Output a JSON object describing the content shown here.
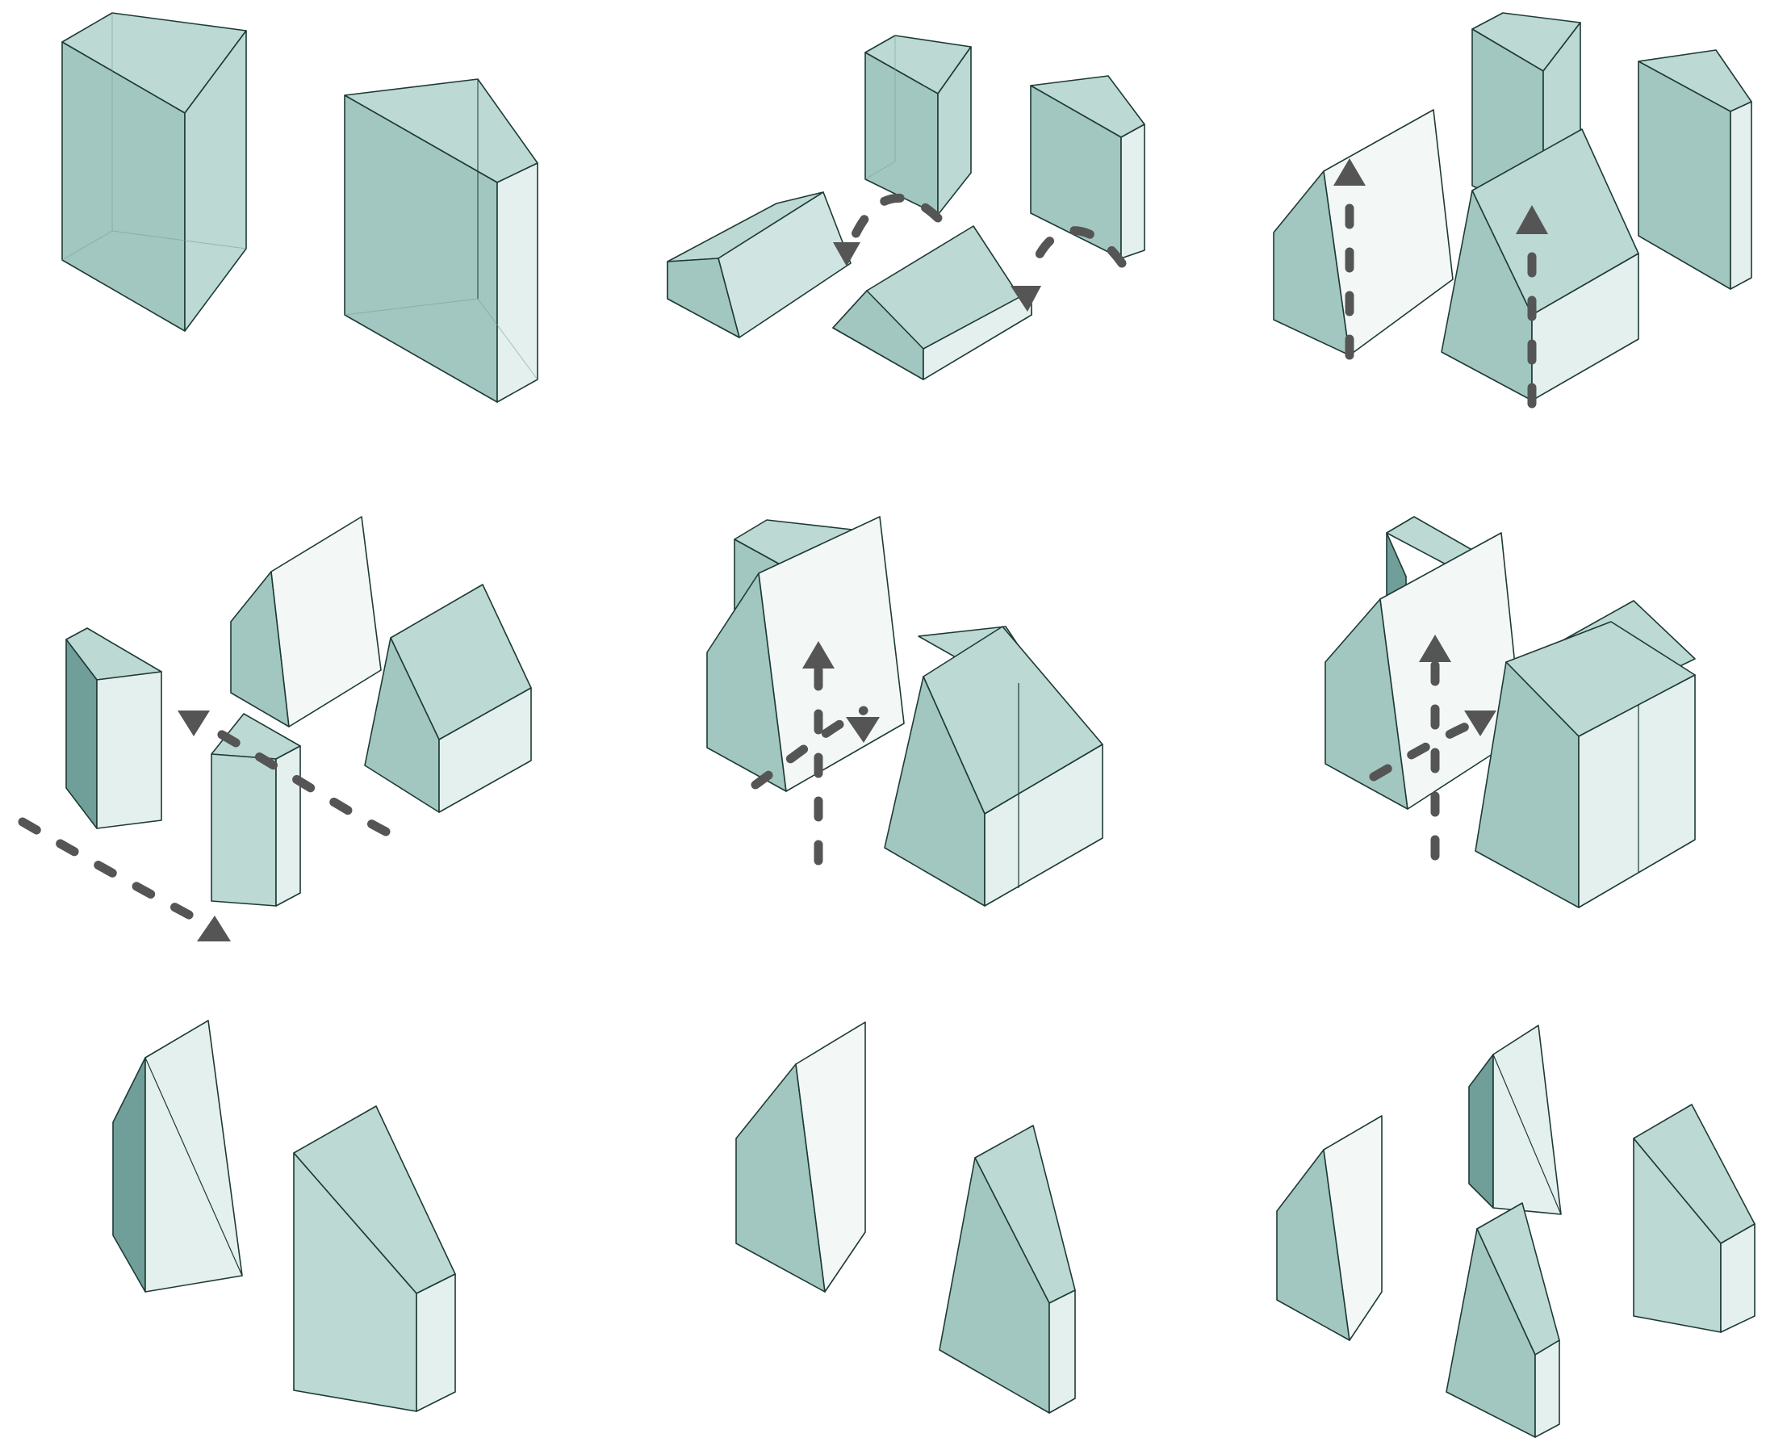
{
  "diagram": {
    "description_free": true,
    "colors": {
      "dark_face": "#a2c7c0",
      "mid_face": "#bcd9d4",
      "light_face": "#e4f0ee",
      "pale_face": "#f3f8f7",
      "deep_face": "#6f9f98",
      "edge": "#1e3a36",
      "arrow": "#555555",
      "background": "#ffffff"
    },
    "layout": {
      "rows": 3,
      "columns": 3
    },
    "steps": [
      {
        "id": "step-1",
        "volumes": 2,
        "arrows": 0
      },
      {
        "id": "step-2",
        "volumes": 4,
        "arrows": 2
      },
      {
        "id": "step-3",
        "volumes": 4,
        "arrows": 2
      },
      {
        "id": "step-4",
        "volumes": 4,
        "arrows": 2
      },
      {
        "id": "step-5",
        "volumes": 4,
        "arrows": 2
      },
      {
        "id": "step-6",
        "volumes": 4,
        "arrows": 2
      },
      {
        "id": "step-7",
        "volumes": 2,
        "arrows": 0
      },
      {
        "id": "step-8",
        "volumes": 2,
        "arrows": 0
      },
      {
        "id": "step-9",
        "volumes": 4,
        "arrows": 0
      }
    ]
  }
}
